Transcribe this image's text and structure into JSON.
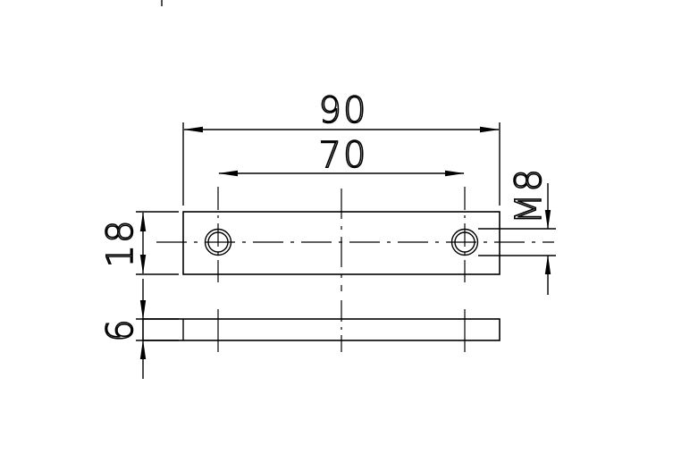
{
  "drawing": {
    "dimensions": {
      "overall_length": "90",
      "hole_spacing": "70",
      "plate_width": "18",
      "plate_thickness": "6",
      "thread_size": "M8"
    },
    "line_color": "#000000",
    "background_color": "#ffffff"
  }
}
